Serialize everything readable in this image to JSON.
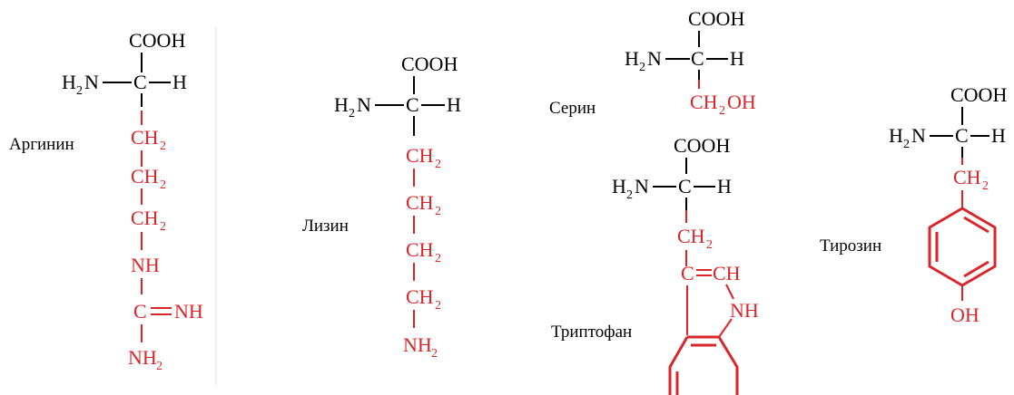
{
  "colors": {
    "backbone": "#000000",
    "side_chain": "#d9262b"
  },
  "groups": {
    "cooh": "COOH",
    "h": "H",
    "h2n_prefix": "H",
    "h2n_sub": "2",
    "n": "N",
    "c": "C",
    "ch_prefix": "CH",
    "ch_sub": "2",
    "nh": "NH",
    "eq": "=",
    "nh2_prefix": "NH",
    "nh2_sub": "2",
    "oh": "OH",
    "ch_oh_prefix": "CH",
    "ch_oh_sub": "2",
    "ch_oh_suffix": "OH",
    "c_eq_ch": "C=CH",
    "ch": "CH"
  },
  "amino_acids": [
    {
      "name": "Аргинин"
    },
    {
      "name": "Лизин"
    },
    {
      "name": "Серин"
    },
    {
      "name": "Триптофан"
    },
    {
      "name": "Тирозин"
    }
  ]
}
